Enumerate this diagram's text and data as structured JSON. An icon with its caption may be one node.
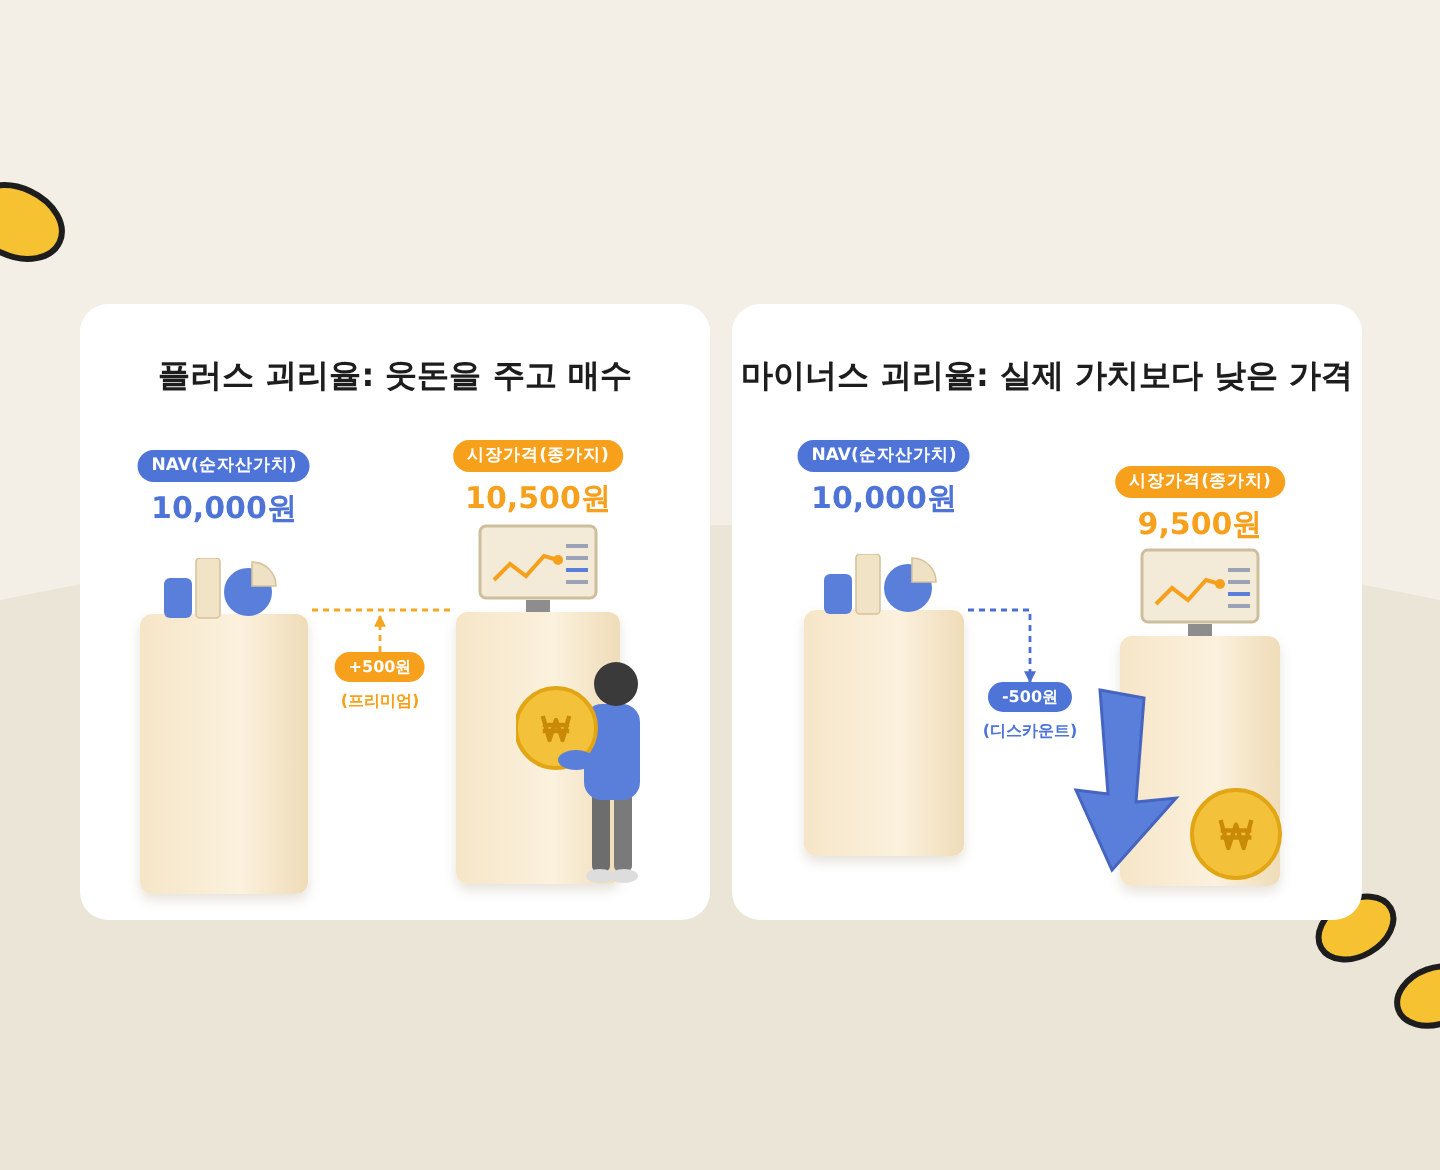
{
  "diagram": {
    "nodes": [
      {
        "text": [
          "플러스 괴리율: 웃돈을 주고 매수"
        ]
      },
      {
        "text": [
          "NAV(순자산가치)",
          "10,000원"
        ],
        "in": 0
      },
      {
        "text": [
          "시장가격(종가지)",
          "10,500원"
        ],
        "in": 0
      },
      {
        "text": [
          "+500원",
          "(프리미엄)"
        ],
        "in": 0
      },
      {
        "text": [
          "마이너스 괴리율: 실제 가치보다 낮은 가격"
        ]
      },
      {
        "text": [
          "NAV(순자산가치)",
          "10,000원"
        ],
        "in": 4
      },
      {
        "text": [
          "시장가격(종가치)",
          "9,500원"
        ],
        "in": 4
      },
      {
        "text": [
          "-500원",
          "(디스카운트)"
        ],
        "in": 4
      }
    ],
    "edges": [
      {
        "from": 1,
        "to": 2,
        "arrow": "none",
        "style": "dashed",
        "color": "#f5a623"
      },
      {
        "from": 3,
        "to": null,
        "arrow": "to",
        "style": "dashed",
        "color": "#f5a623"
      },
      {
        "from": 5,
        "to": 7,
        "arrow": "to",
        "style": "dashed",
        "color": "#4a6fd1"
      }
    ]
  }
}
